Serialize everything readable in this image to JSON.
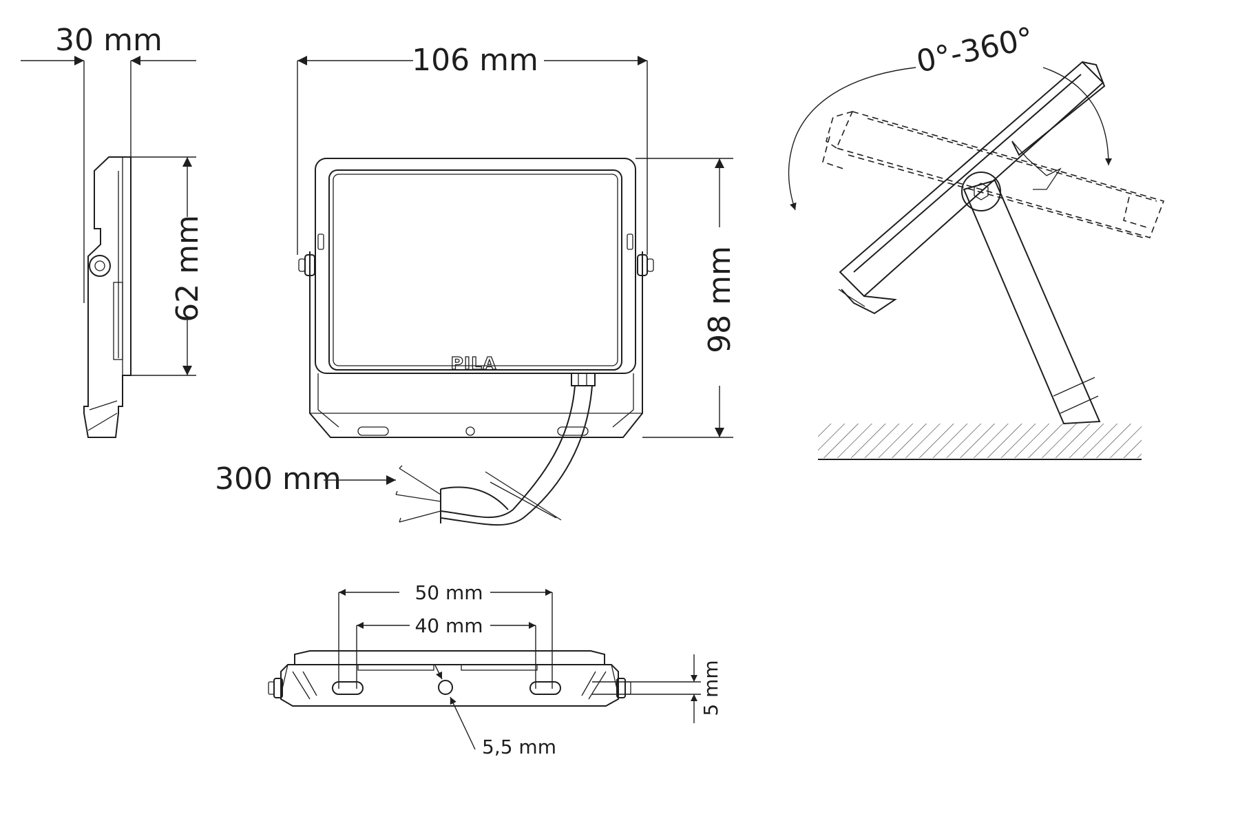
{
  "figure": {
    "side_view": {
      "depth_label": "30 mm",
      "height_label": "62 mm"
    },
    "front_view": {
      "width_label": "106 mm",
      "height_label": "98 mm",
      "brand_logo": "PILA",
      "cable_label": "300 mm"
    },
    "rotation_view": {
      "angle_label": "0°-360°"
    },
    "bracket_view": {
      "outer_spacing_label": "50 mm",
      "inner_spacing_label": "40 mm",
      "thickness_label": "5 mm",
      "hole_label": "5,5 mm"
    }
  }
}
